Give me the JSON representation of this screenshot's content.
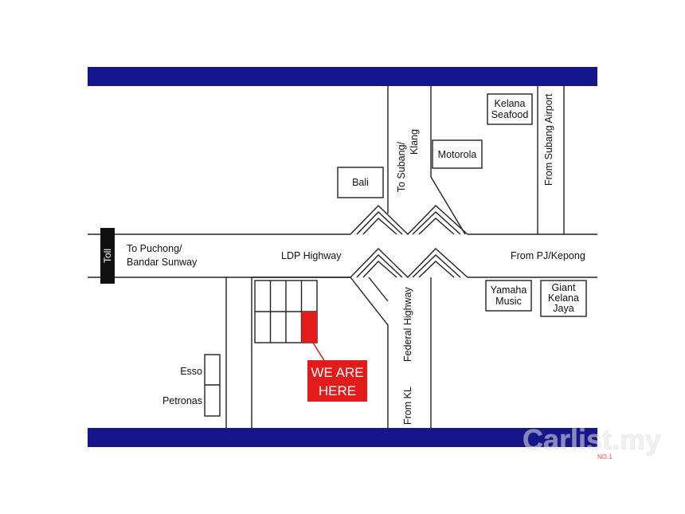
{
  "colors": {
    "band": "#15158c",
    "accent": "#e31b1b",
    "road": "#222222",
    "toll": "#111111"
  },
  "roads": {
    "to_puchong": [
      "To Puchong/",
      "Bandar Sunway"
    ],
    "ldp_highway": "LDP Highway",
    "from_pj_kepong": "From PJ/Kepong",
    "to_subang_klang": [
      "To Subang/",
      "Klang"
    ],
    "from_subang_airport": "From Subang Airport",
    "federal_highway": "Federal Highway",
    "from_kl": "From KL"
  },
  "toll": {
    "label": "Toll"
  },
  "places": {
    "kelana_seafood": [
      "Kelana",
      "Seafood"
    ],
    "motorola": "Motorola",
    "bali": "Bali",
    "yamaha_music": [
      "Yamaha",
      "Music"
    ],
    "giant_kelana_jaya": [
      "Giant",
      "Kelana",
      "Jaya"
    ],
    "esso": "Esso",
    "petronas": "Petronas"
  },
  "marker": {
    "line1": "WE ARE",
    "line2": "HERE"
  },
  "watermark": {
    "brand": "Carlist.my",
    "tagline": "NO.1"
  }
}
